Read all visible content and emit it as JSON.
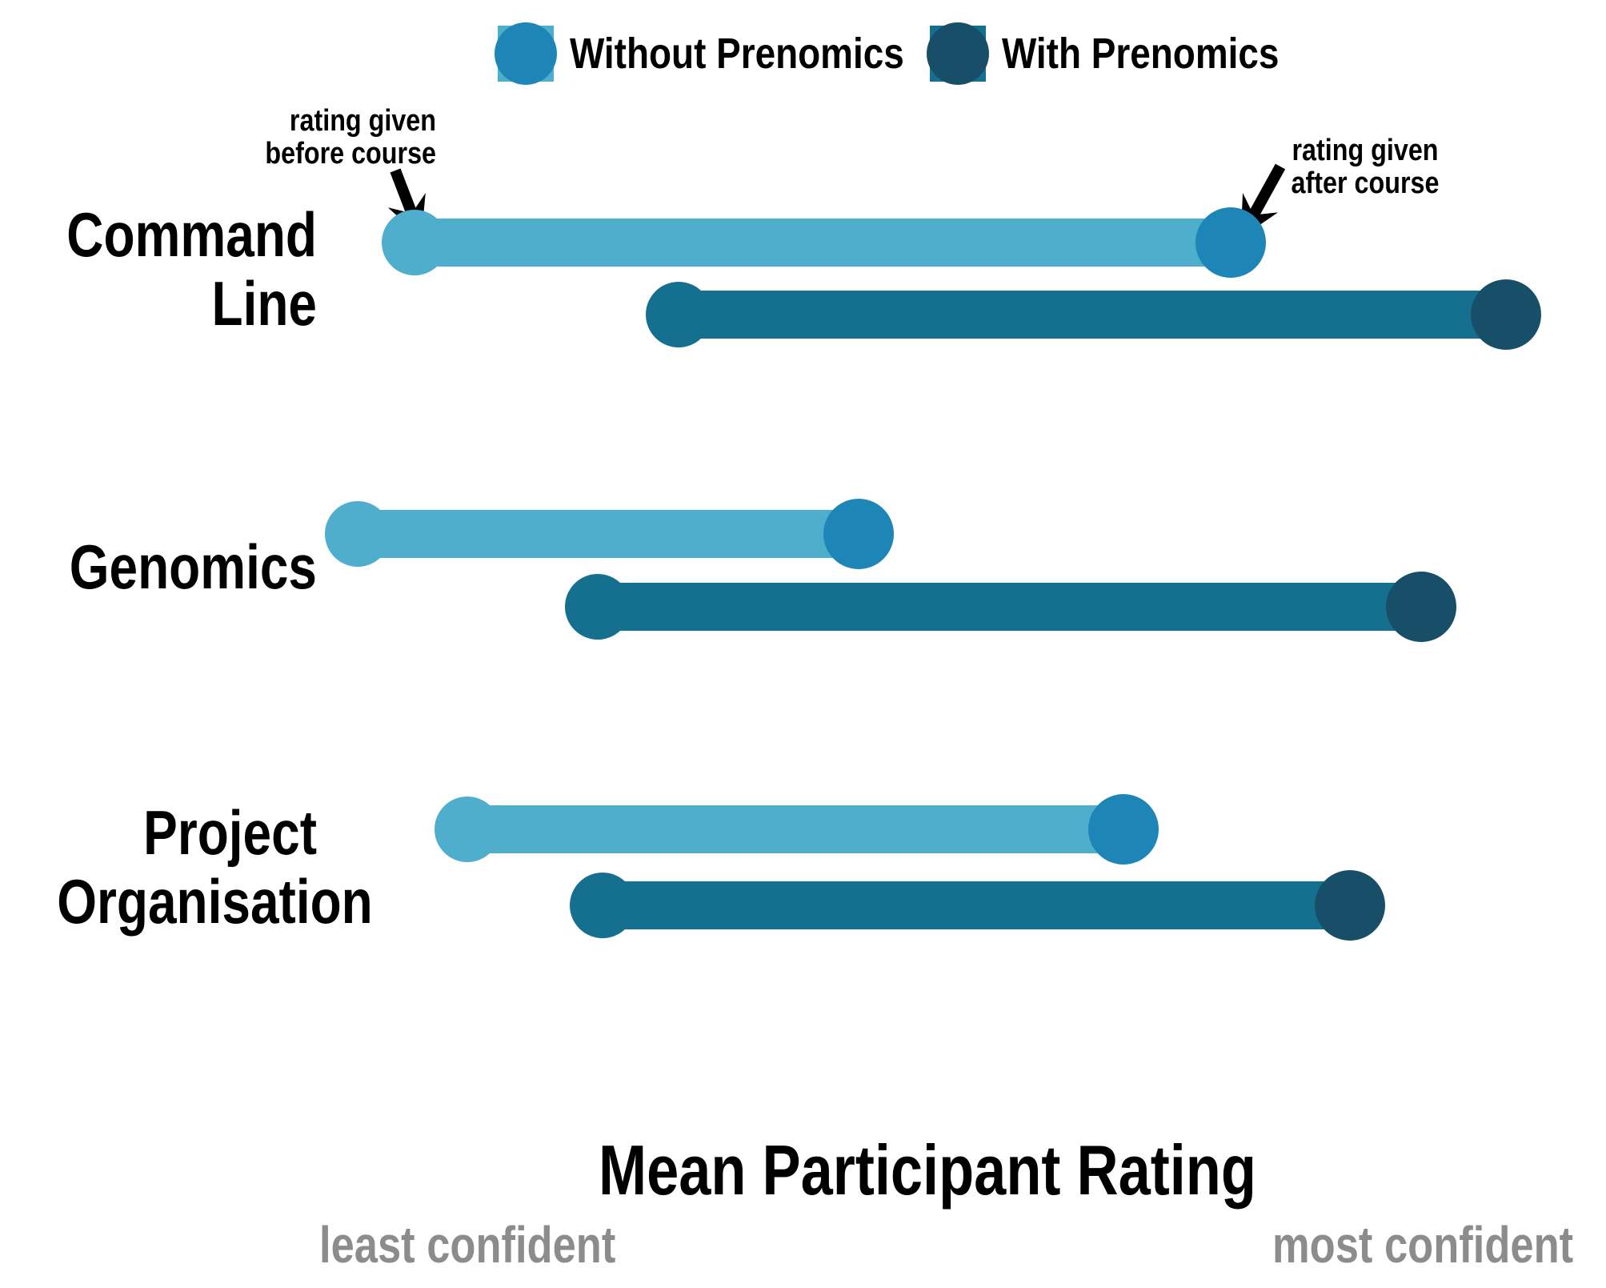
{
  "colors": {
    "without_bar": "#4FAECC",
    "without_dot": "#1E86B7",
    "with_bar": "#15708F",
    "with_dot": "#174F68",
    "text": "#000000",
    "muted": "#8C8C8C",
    "arrow": "#000000"
  },
  "legend": {
    "items": [
      {
        "label": "Without Prenomics"
      },
      {
        "label": "With Prenomics"
      }
    ]
  },
  "annotations": {
    "before": "rating given\nbefore course",
    "after": "rating given\nafter course"
  },
  "axis": {
    "title": "Mean Participant Rating",
    "left_label": "least confident",
    "right_label": "most confident"
  },
  "chart_data": {
    "type": "bar",
    "subtype": "dumbbell-range",
    "title": "Mean Participant Rating",
    "categories": [
      "Command Line",
      "Genomics",
      "Project Organisation"
    ],
    "display_labels": [
      "Command\nLine",
      "Genomics",
      "Project\nOrganisation"
    ],
    "series": [
      {
        "name": "Without Prenomics",
        "before": [
          7.6,
          3.0,
          11.9
        ],
        "after": [
          73.4,
          43.4,
          64.8
        ]
      },
      {
        "name": "With Prenomics",
        "before": [
          28.9,
          22.4,
          22.8
        ],
        "after": [
          95.6,
          88.8,
          83.0
        ]
      }
    ],
    "value_scale": "percent of unlabeled axis: 0 = least confident, 100 = most confident (no numeric ticks shown)",
    "dot_meaning": {
      "start_dot": "rating given before course",
      "end_dot": "rating given after course"
    },
    "xlabel": "Mean Participant Rating",
    "ylabel": "",
    "xlim": [
      0,
      100
    ],
    "grid": false,
    "legend_position": "top-center"
  }
}
